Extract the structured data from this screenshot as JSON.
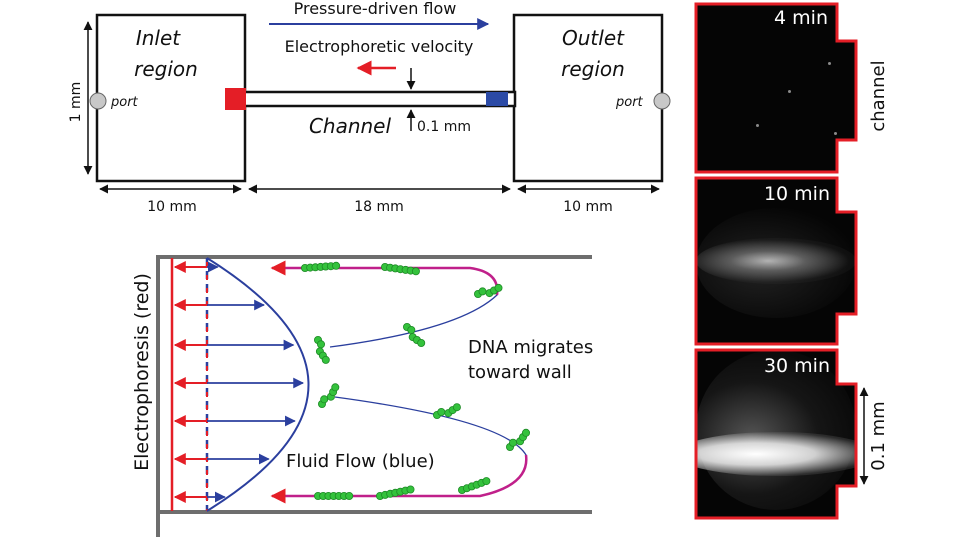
{
  "top_schematic": {
    "inlet_label_line1": "Inlet",
    "inlet_label_line2": "region",
    "outlet_label_line1": "Outlet",
    "outlet_label_line2": "region",
    "inlet_port": "port",
    "outlet_port": "port",
    "pressure_flow_label": "Pressure-driven flow",
    "electrophoretic_label": "Electrophoretic velocity",
    "channel_label": "Channel",
    "channel_width_label": "0.1 mm",
    "height_label": "1 mm",
    "inlet_width_label": "10 mm",
    "channel_length_label": "18 mm",
    "outlet_width_label": "10 mm",
    "colors": {
      "pressure_arrow": "#2b3f9e",
      "electrophoresis_arrow": "#e41e26",
      "inlet_marker": "#e41e26",
      "outlet_marker": "#2b4aa6"
    }
  },
  "bottom_schematic": {
    "electrophoresis_label": "Electrophoresis (red)",
    "fluid_flow_label": "Fluid Flow (blue)",
    "dna_label_line1": "DNA migrates",
    "dna_label_line2": "toward wall",
    "colors": {
      "flow": "#2b3f9e",
      "electrophoresis": "#e41e26",
      "dna": "#2fbf3a",
      "trajectory": "#c0208a",
      "wall": "#6e6e6e"
    }
  },
  "micrographs": {
    "panel_1_time": "4 min",
    "panel_2_time": "10 min",
    "panel_3_time": "30 min",
    "channel_label": "channel",
    "scale_label": "0.1 mm",
    "border_color": "#e41e26"
  }
}
